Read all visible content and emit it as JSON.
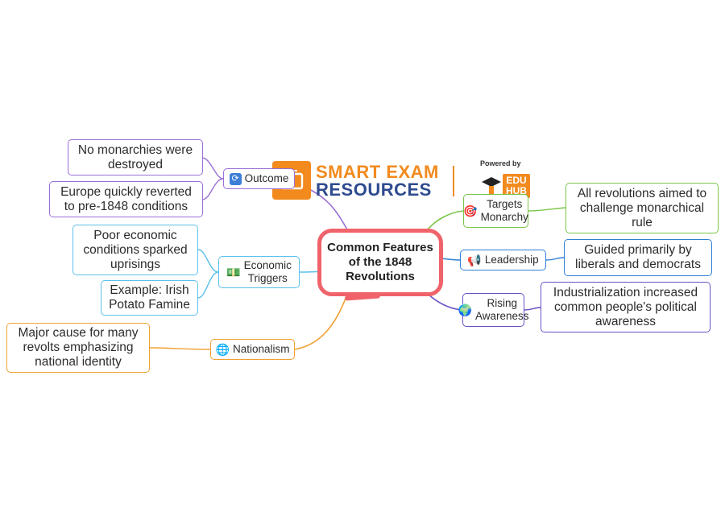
{
  "root": {
    "line1": "Common Features",
    "line2": "of the 1848",
    "line3": "Revolutions"
  },
  "logo": {
    "line1": "SMART EXAM",
    "line2": "RESOURCES",
    "powered": "Powered by",
    "hub_top": "EDU",
    "hub_bottom": "HUB"
  },
  "branches": {
    "outcome": {
      "label": "Outcome",
      "icon": "refresh-icon",
      "color": "#9b6fd6"
    },
    "economic": {
      "line1": "Economic",
      "line2": "Triggers",
      "icon": "money-icon",
      "color": "#5bc0eb"
    },
    "nationalism": {
      "label": "Nationalism",
      "icon": "globe-icon",
      "color": "#f0a030"
    },
    "targets": {
      "line1": "Targets",
      "line2": "Monarchy",
      "icon": "target-icon",
      "color": "#7ac64a"
    },
    "leadership": {
      "label": "Leadership",
      "icon": "megaphone-icon",
      "color": "#2f7fd6"
    },
    "awareness": {
      "line1": "Rising",
      "line2": "Awareness",
      "icon": "earth-icon",
      "color": "#6a4fc4"
    }
  },
  "leaves": {
    "outcome_1": {
      "line1": "No monarchies were",
      "line2": "destroyed"
    },
    "outcome_2": {
      "line1": "Europe quickly reverted",
      "line2": "to pre-1848 conditions"
    },
    "economic_1": {
      "line1": "Poor economic",
      "line2": "conditions sparked",
      "line3": "uprisings"
    },
    "economic_2": {
      "line1": "Example: Irish",
      "line2": "Potato Famine"
    },
    "nationalism_1": {
      "line1": "Major cause for many",
      "line2": "revolts emphasizing",
      "line3": "national identity"
    },
    "targets_1": {
      "line1": "All revolutions aimed to",
      "line2": "challenge monarchical",
      "line3": "rule"
    },
    "leadership_1": {
      "line1": "Guided primarily by",
      "line2": "liberals and democrats"
    },
    "awareness_1": {
      "line1": "Industrialization increased",
      "line2": "common people's political",
      "line3": "awareness"
    }
  }
}
